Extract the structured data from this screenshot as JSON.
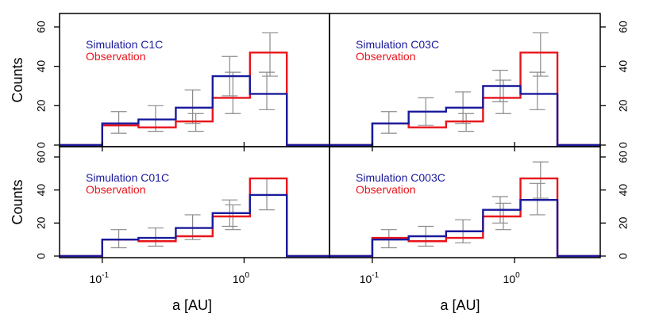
{
  "chart_data": [
    {
      "type": "histogram",
      "panel": "top-left",
      "legend": [
        "Simulation  C1C",
        "Observation"
      ],
      "legend_colors": [
        "#1a1a9c",
        "#e8141b"
      ],
      "bin_edges": [
        0.05,
        0.1,
        0.18,
        0.33,
        0.6,
        1.1,
        2.0,
        4.0
      ],
      "series": [
        {
          "name": "Simulation  C1C",
          "color": "#1a1a9c",
          "values": [
            0,
            11,
            13,
            19,
            35,
            26,
            0
          ],
          "error_low": [
            null,
            6,
            7,
            11,
            25,
            18,
            null
          ],
          "error_high": [
            null,
            17,
            20,
            28,
            45,
            37,
            null
          ]
        },
        {
          "name": "Observation",
          "color": "#e8141b",
          "values": [
            0,
            10,
            9,
            12,
            24,
            47,
            0
          ],
          "error_low": [
            null,
            null,
            null,
            7,
            16,
            35,
            null
          ],
          "error_high": [
            null,
            null,
            null,
            16,
            37,
            57,
            null
          ]
        }
      ],
      "xscale": "log",
      "xlim": [
        0.05,
        4.0
      ],
      "ylim": [
        0,
        67
      ],
      "ylabel": "Counts",
      "xlabel": "",
      "yticks": [
        "0",
        "20",
        "40",
        "60"
      ],
      "ytick_side": "left"
    },
    {
      "type": "histogram",
      "panel": "top-right",
      "legend": [
        "Simulation  C03C",
        "Observation"
      ],
      "legend_colors": [
        "#1a1a9c",
        "#e8141b"
      ],
      "bin_edges": [
        0.05,
        0.1,
        0.18,
        0.33,
        0.6,
        1.1,
        2.0,
        4.0
      ],
      "series": [
        {
          "name": "Simulation  C03C",
          "color": "#1a1a9c",
          "values": [
            0,
            11,
            17,
            19,
            30,
            26,
            0
          ],
          "error_low": [
            null,
            6,
            10,
            11,
            22,
            18,
            null
          ],
          "error_high": [
            null,
            17,
            24,
            27,
            38,
            37,
            null
          ]
        },
        {
          "name": "Observation",
          "color": "#e8141b",
          "values": [
            0,
            11,
            9,
            12,
            24,
            47,
            0
          ],
          "error_low": [
            null,
            null,
            null,
            7,
            16,
            35,
            null
          ],
          "error_high": [
            null,
            null,
            null,
            16,
            33,
            57,
            null
          ]
        }
      ],
      "xscale": "log",
      "xlim": [
        0.05,
        4.0
      ],
      "ylim": [
        0,
        67
      ],
      "ylabel": "",
      "xlabel": "",
      "yticks": [
        "0",
        "20",
        "40",
        "60"
      ],
      "ytick_side": "right"
    },
    {
      "type": "histogram",
      "panel": "bottom-left",
      "legend": [
        "Simulation  C01C",
        "Observation"
      ],
      "legend_colors": [
        "#1a1a9c",
        "#e8141b"
      ],
      "bin_edges": [
        0.05,
        0.1,
        0.18,
        0.33,
        0.6,
        1.1,
        2.0,
        4.0
      ],
      "series": [
        {
          "name": "Simulation  C01C",
          "color": "#1a1a9c",
          "values": [
            0,
            10,
            11,
            17,
            26,
            37,
            0
          ],
          "error_low": [
            null,
            5,
            6,
            10,
            18,
            28,
            null
          ],
          "error_high": [
            null,
            16,
            17,
            25,
            34,
            47,
            null
          ]
        },
        {
          "name": "Observation",
          "color": "#e8141b",
          "values": [
            0,
            10,
            9,
            12,
            24,
            47,
            0
          ],
          "error_low": [
            null,
            null,
            null,
            null,
            16,
            null,
            null
          ],
          "error_high": [
            null,
            null,
            null,
            null,
            31,
            null,
            null
          ]
        }
      ],
      "xscale": "log",
      "xlim": [
        0.05,
        4.0
      ],
      "ylim": [
        0,
        67
      ],
      "ylabel": "Counts",
      "xlabel": "a [AU]",
      "yticks": [
        "0",
        "20",
        "40",
        "60"
      ],
      "ytick_side": "left",
      "xticks": [
        "10^-1",
        "10^0"
      ]
    },
    {
      "type": "histogram",
      "panel": "bottom-right",
      "legend": [
        "Simulation  C003C",
        "Observation"
      ],
      "legend_colors": [
        "#1a1a9c",
        "#e8141b"
      ],
      "bin_edges": [
        0.05,
        0.1,
        0.18,
        0.33,
        0.6,
        1.1,
        2.0,
        4.0
      ],
      "series": [
        {
          "name": "Simulation  C003C",
          "color": "#1a1a9c",
          "values": [
            0,
            10,
            12,
            15,
            28,
            34,
            0
          ],
          "error_low": [
            null,
            5,
            6,
            8,
            20,
            25,
            null
          ],
          "error_high": [
            null,
            16,
            18,
            22,
            36,
            44,
            null
          ]
        },
        {
          "name": "Observation",
          "color": "#e8141b",
          "values": [
            0,
            11,
            9,
            11,
            24,
            47,
            0
          ],
          "error_low": [
            null,
            null,
            null,
            null,
            16,
            35,
            null
          ],
          "error_high": [
            null,
            null,
            null,
            null,
            32,
            57,
            null
          ]
        }
      ],
      "xscale": "log",
      "xlim": [
        0.05,
        4.0
      ],
      "ylim": [
        0,
        67
      ],
      "ylabel": "",
      "xlabel": "a [AU]",
      "yticks": [
        "0",
        "20",
        "40",
        "60"
      ],
      "ytick_side": "right",
      "xticks": [
        "10^-1",
        "10^0"
      ]
    }
  ],
  "errorbar_color": "#8a8a8a",
  "axis_color": "#000000"
}
